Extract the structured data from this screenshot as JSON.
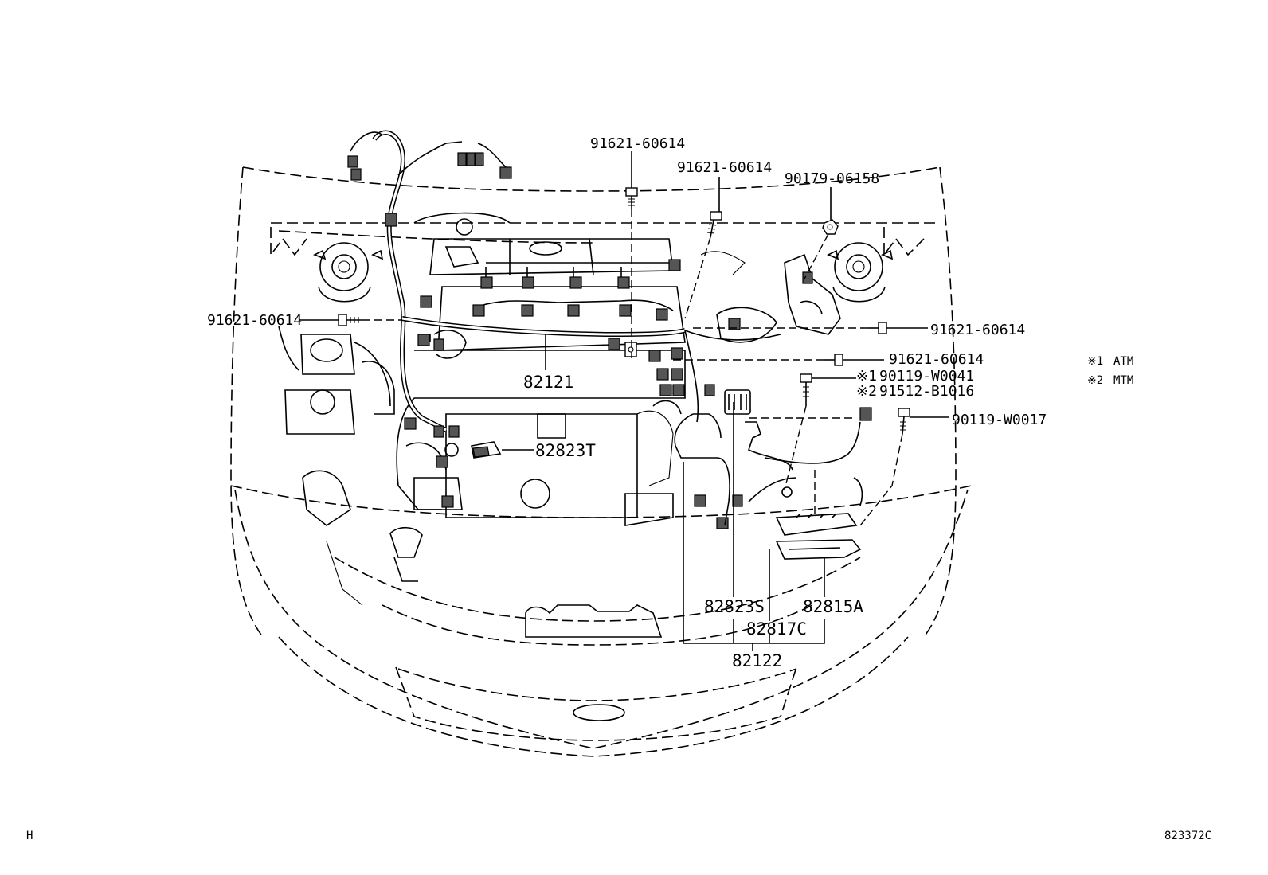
{
  "diagram": {
    "labels": {
      "bolt_top_center": "91621-60614",
      "bolt_top_right": "91621-60614",
      "bolt_far_right_top": "90179-06158",
      "bolt_left": "91621-60614",
      "bolt_right_1": "91621-60614",
      "bolt_right_2": "91621-60614",
      "bolt_right_atm": "90119-W0041",
      "bolt_right_mtm": "91512-B1016",
      "bolt_right_3": "90119-W0017",
      "part_main_harness": "82121",
      "part_connector_t": "82823T",
      "part_connector_s": "82823S",
      "part_bracket_a": "82815A",
      "part_clamp_c": "82817C",
      "part_sub_harness": "82122",
      "atm_mark": "※1",
      "mtm_mark": "※2"
    },
    "legend": [
      {
        "mark": "※1",
        "text": "ATM"
      },
      {
        "mark": "※2",
        "text": "MTM"
      }
    ],
    "footer": {
      "left_code": "H",
      "right_code": "823372C"
    }
  }
}
